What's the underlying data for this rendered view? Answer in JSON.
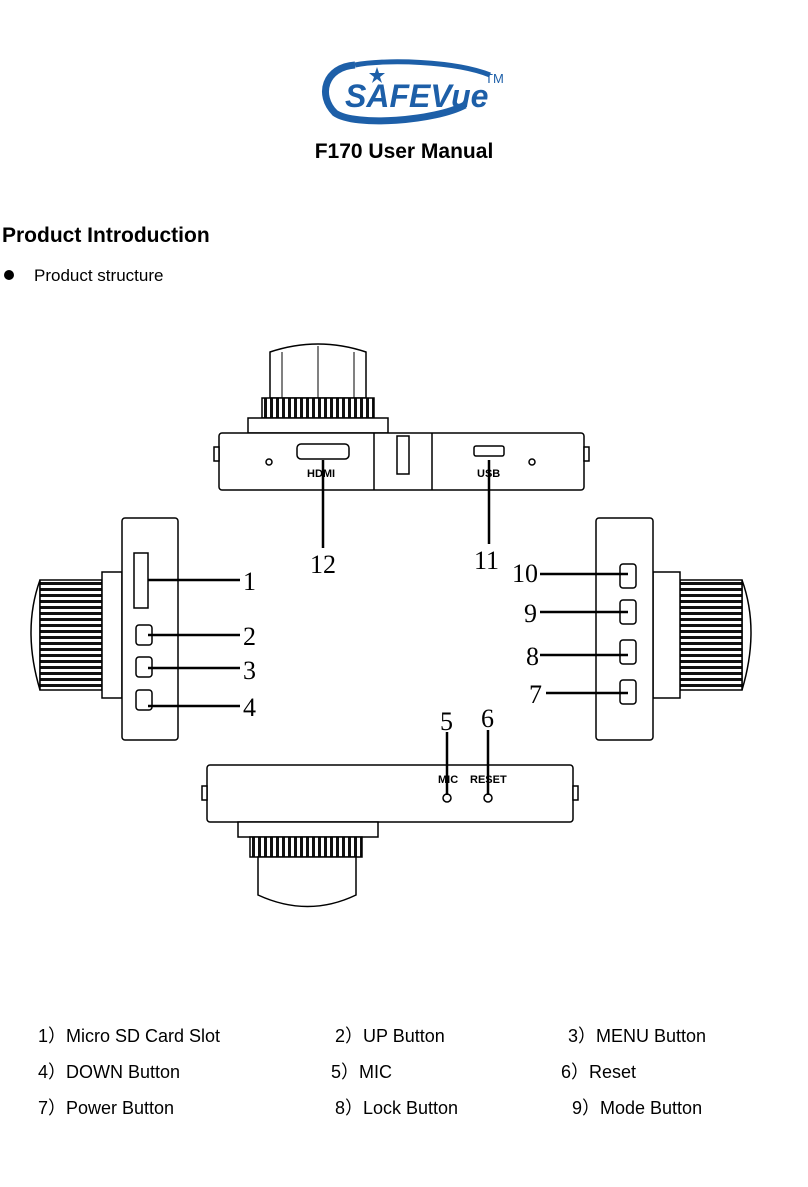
{
  "logo": {
    "text": "SAFEVue",
    "trademark": "TM"
  },
  "document": {
    "title": "F170 User Manual"
  },
  "section": {
    "heading": "Product Introduction",
    "bullet": "Product structure"
  },
  "diagram": {
    "port_labels": {
      "hdmi": "HDMI",
      "usb": "USB",
      "mic": "MIC",
      "reset": "RESET"
    },
    "callout_numbers": [
      "1",
      "2",
      "3",
      "4",
      "5",
      "6",
      "7",
      "8",
      "9",
      "10",
      "11",
      "12"
    ]
  },
  "captions": [
    "1）Micro SD Card Slot",
    "2）UP Button",
    "3）MENU Button",
    "4）DOWN Button",
    "5）MIC",
    "6）Reset",
    "7）Power Button",
    "8）Lock Button",
    "9）Mode Button"
  ],
  "colors": {
    "logo_blue": "#1d5fa8",
    "ink": "#000000"
  }
}
